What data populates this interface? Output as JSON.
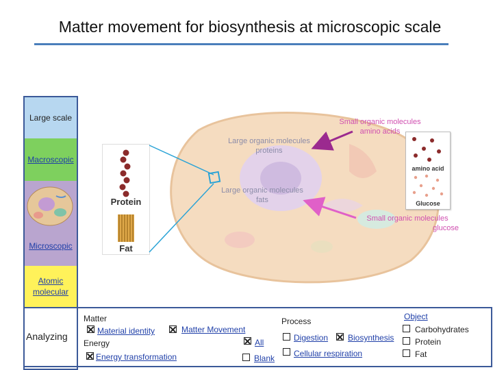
{
  "title": "Matter movement for biosynthesis at microscopic scale",
  "scales": {
    "large": "Large scale",
    "macroscopic": "Macroscopic",
    "microscopic": "Microscopic",
    "atomic": "Atomic molecular"
  },
  "molecules": {
    "protein": "Protein",
    "fat": "Fat"
  },
  "cell_labels": {
    "proteins_title": "Large organic molecules",
    "proteins": "proteins",
    "fats_title": "Large organic molecules",
    "fats": "fats"
  },
  "small_molecules": {
    "amino_title": "Small organic molecules",
    "amino": "amino acids",
    "glucose_title": "Small organic molecules",
    "glucose": "glucose"
  },
  "inset": {
    "amino_acid": "amino acid",
    "glucose": "Glucose"
  },
  "analyzing": {
    "label": "Analyzing",
    "matter": "Matter",
    "material_identity": "Material identity",
    "matter_movement": "Matter Movement",
    "energy": "Energy",
    "energy_transformation": "Energy transformation",
    "all": "All",
    "blank": "Blank",
    "process": "Process",
    "digestion": "Digestion",
    "biosynthesis": "Biosynthesis",
    "cellular_respiration": "Cellular respiration",
    "object": "Object",
    "carbohydrates": "Carbohydrates",
    "protein": "Protein",
    "fat": "Fat"
  },
  "checked": {
    "material_identity": true,
    "matter_movement": true,
    "all": true,
    "energy_transformation": true,
    "blank": false,
    "digestion": false,
    "biosynthesis": true,
    "cellular_respiration": false,
    "carbohydrates": false,
    "protein": false,
    "fat": false
  },
  "colors": {
    "accent": "#4a7ebb",
    "arrow_purple": "#9b2a8f",
    "arrow_pink": "#e060c8",
    "highlight": "#2aa3d6"
  }
}
